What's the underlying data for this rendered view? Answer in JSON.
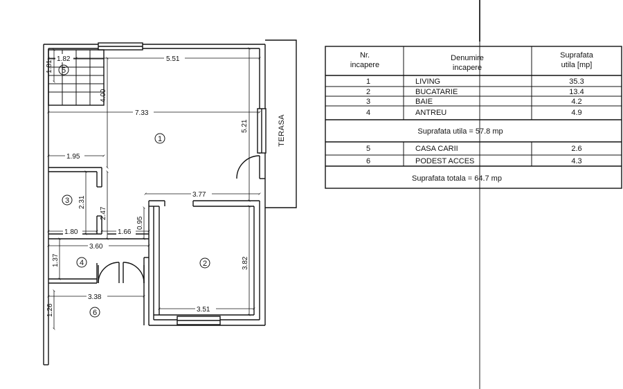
{
  "plan": {
    "terrace_label": "TERASA",
    "room_numbers": [
      "1",
      "2",
      "3",
      "4",
      "5",
      "6"
    ],
    "dimensions": [
      "1.82",
      "1.81",
      "5.51",
      "4.00",
      "7.33",
      "5.21",
      "1.95",
      "2.31",
      "2.47",
      "3.77",
      "1.80",
      "1.66",
      "0.95",
      "3.60",
      "1.37",
      "3.82",
      "3.38",
      "1.26",
      "3.51"
    ]
  },
  "table": {
    "headers": {
      "nr": [
        "Nr.",
        "incapere"
      ],
      "name": [
        "Denumire",
        "incapere"
      ],
      "area": [
        "Suprafata",
        "utila [mp]"
      ]
    },
    "rows_a": [
      {
        "nr": "1",
        "name": "LIVING",
        "area": "35.3"
      },
      {
        "nr": "2",
        "name": "BUCATARIE",
        "area": "13.4"
      },
      {
        "nr": "3",
        "name": "BAIE",
        "area": "4.2"
      },
      {
        "nr": "4",
        "name": "ANTREU",
        "area": "4.9"
      }
    ],
    "subtotal": "Suprafata utila = 57.8 mp",
    "rows_b": [
      {
        "nr": "5",
        "name": "CASA CARII",
        "area": "2.6"
      },
      {
        "nr": "6",
        "name": "PODEST ACCES",
        "area": "4.3"
      }
    ],
    "total": "Suprafata totala = 64.7 mp"
  }
}
